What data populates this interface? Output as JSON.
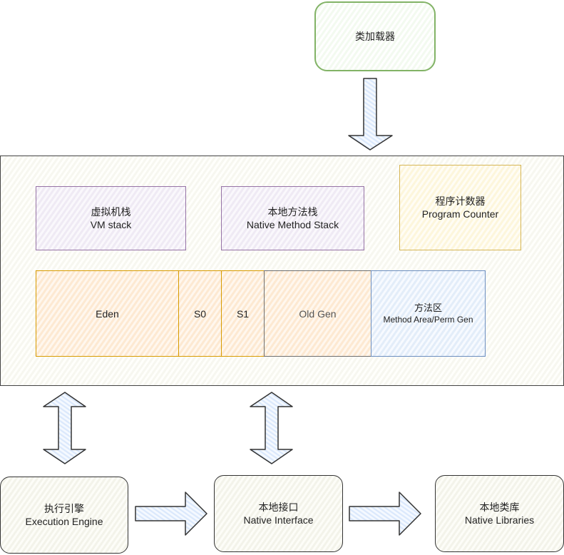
{
  "class_loader": {
    "label": "类加载器"
  },
  "runtime_area": {
    "vm_stack": {
      "zh": "虚拟机栈",
      "en": "VM stack"
    },
    "native_method_stack": {
      "zh": "本地方法栈",
      "en": "Native Method Stack"
    },
    "program_counter": {
      "zh": "程序计数器",
      "en": "Program Counter"
    },
    "heap": {
      "eden": "Eden",
      "s0": "S0",
      "s1": "S1",
      "old_gen": "Old Gen"
    },
    "method_area": {
      "zh": "方法区",
      "en": "Method Area/Perm Gen"
    }
  },
  "execution_engine": {
    "zh": "执行引擎",
    "en": "Execution Engine"
  },
  "native_interface": {
    "zh": "本地接口",
    "en": "Native Interface"
  },
  "native_libraries": {
    "zh": "本地类库",
    "en": "Native Libraries"
  },
  "colors": {
    "green": "#82b366",
    "purple": "#9673a6",
    "yellow": "#d6b656",
    "orange": "#d79b00",
    "blue": "#6c8ebf",
    "arrow_fill": "#dae8fc",
    "stroke": "#333333"
  }
}
